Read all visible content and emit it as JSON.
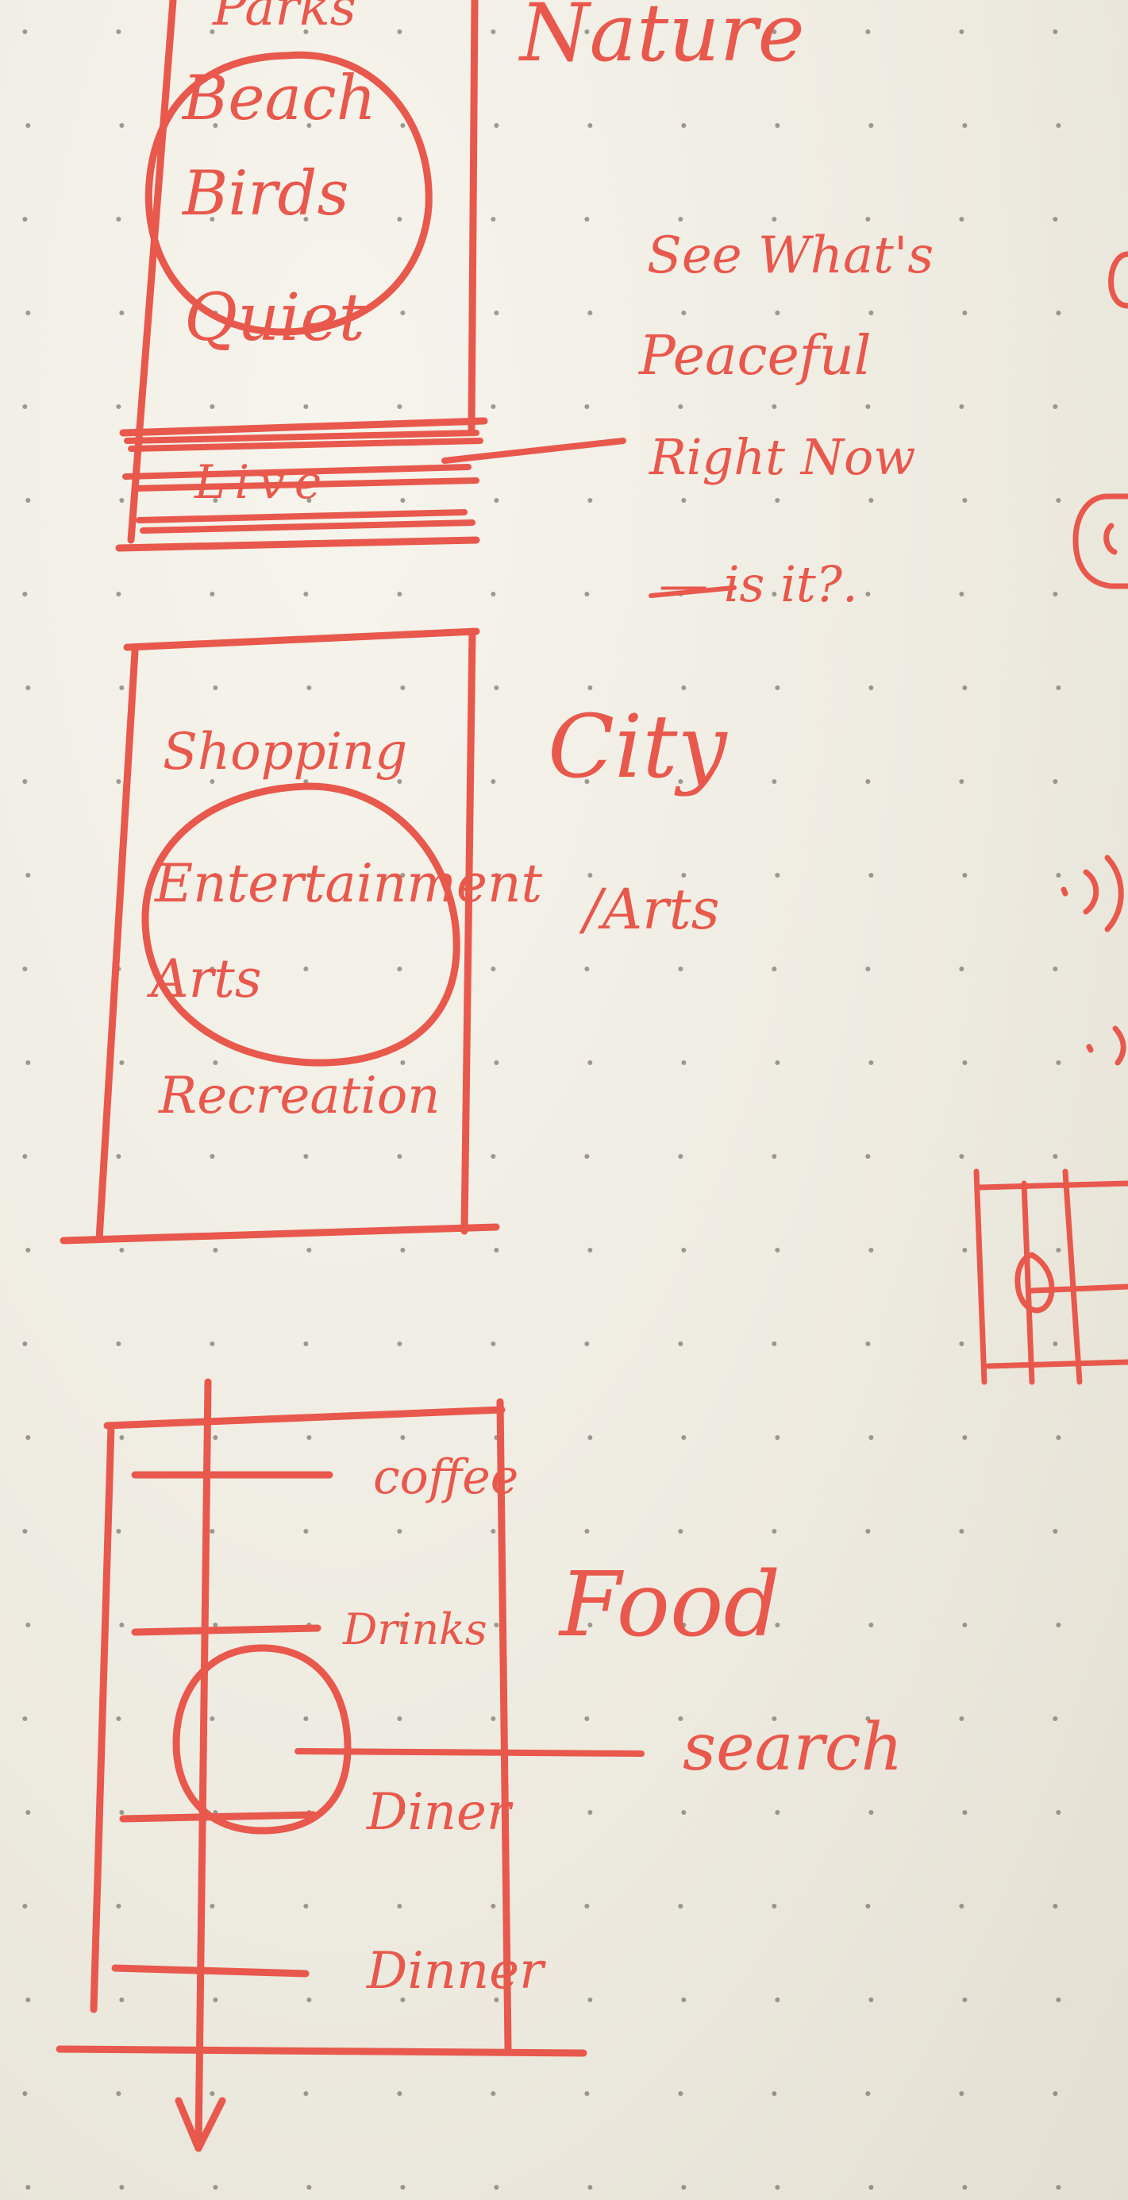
{
  "ink_color": "#e8584c",
  "paper_color": "#efece3",
  "dot_color": "#55524a",
  "screens": {
    "nature": {
      "title": "Nature",
      "items": [
        "Parks",
        "Beach",
        "Birds",
        "Quiet"
      ],
      "live_label": "Live",
      "note_lines": [
        "See What's",
        "Peaceful",
        "Right Now",
        "— is it?."
      ]
    },
    "city": {
      "title": "City",
      "title_suffix": "/Arts",
      "items": [
        "Shopping",
        "Entertainment",
        "Arts",
        "Recreation"
      ]
    },
    "food": {
      "title": "Food",
      "items": [
        "coffee",
        "Drinks",
        "Diner",
        "Dinner"
      ],
      "search_label": "search"
    }
  }
}
